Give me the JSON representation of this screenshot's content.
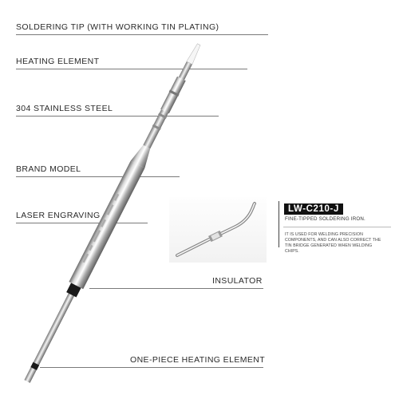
{
  "labels": {
    "tip": "SOLDERING TIP (WITH WORKING TIN PLATING)",
    "heating_element": "HEATING ELEMENT",
    "steel": "304 STAINLESS STEEL",
    "brand_model": "BRAND MODEL",
    "laser": "LASER ENGRAVING",
    "insulator": "INSULATOR",
    "one_piece": "ONE-PIECE HEATING ELEMENT"
  },
  "product": {
    "model": "LW-C210-J",
    "subtitle": "FINE-TIPPED SOLDERING IRON.",
    "description": "IT IS USED FOR WELDING PRECISION COMPONENTS, AND CAN ALSO CORRECT THE TIN BRIDGE GENERATED WHEN WELDING CHIPS."
  },
  "colors": {
    "metal_light": "#f4f4f4",
    "metal_mid": "#b9b9b9",
    "metal_dark": "#6d6d6d",
    "insulator": "#1a1a1a",
    "leader": "#7a7a7a"
  }
}
